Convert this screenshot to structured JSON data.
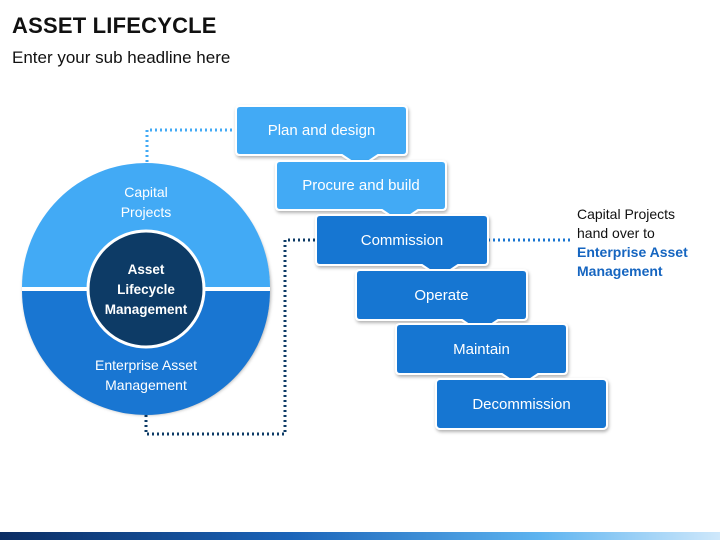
{
  "header": {
    "title": "ASSET LIFECYCLE",
    "subtitle": "Enter your sub headline here"
  },
  "circle": {
    "top_label_line1": "Capital",
    "top_label_line2": "Projects",
    "bottom_label_line1": "Enterprise Asset",
    "bottom_label_line2": "Management",
    "center_line1": "Asset",
    "center_line2": "Lifecycle",
    "center_line3": "Management"
  },
  "steps": [
    {
      "label": "Plan and design"
    },
    {
      "label": "Procure and build"
    },
    {
      "label": "Commission"
    },
    {
      "label": "Operate"
    },
    {
      "label": "Maintain"
    },
    {
      "label": "Decommission"
    }
  ],
  "note": {
    "line1": "Capital Projects",
    "line2": "hand over to",
    "emphasis_line1": "Enterprise Asset",
    "emphasis_line2": "Management"
  },
  "colors": {
    "light_blue": "#42aaf5",
    "mid_blue": "#1976d2",
    "dark_navy": "#0d3b66",
    "accent_text": "#1565c0"
  }
}
